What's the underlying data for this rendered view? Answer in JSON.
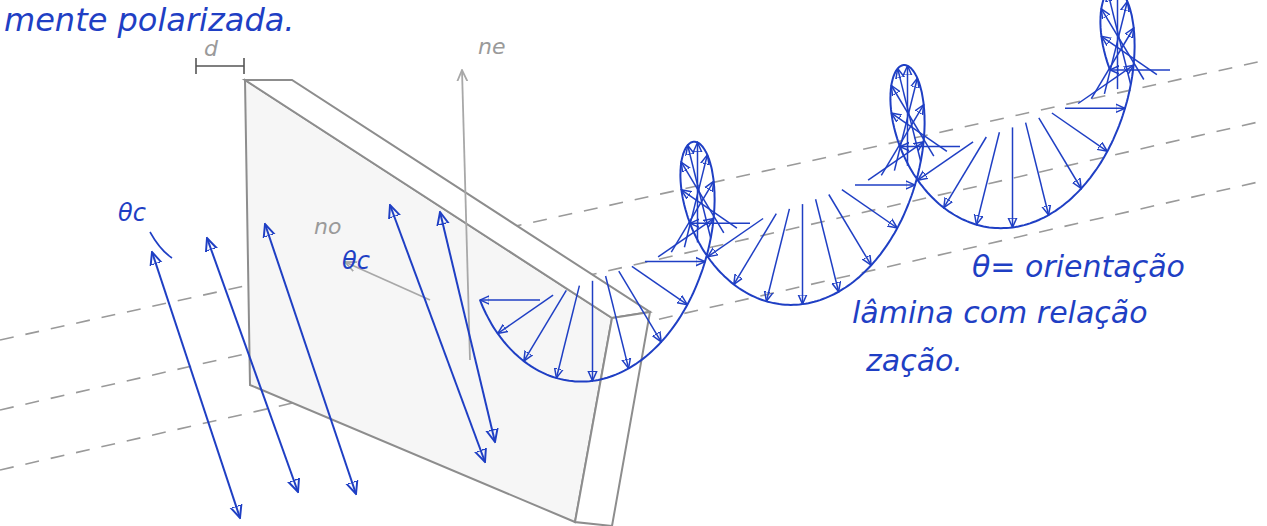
{
  "diagram": {
    "labels": [
      "mente polarizada.",
      "d",
      "ne",
      "no",
      "θc",
      "θc",
      "θ= orientação",
      "lâmina com relação",
      "zação."
    ]
  }
}
